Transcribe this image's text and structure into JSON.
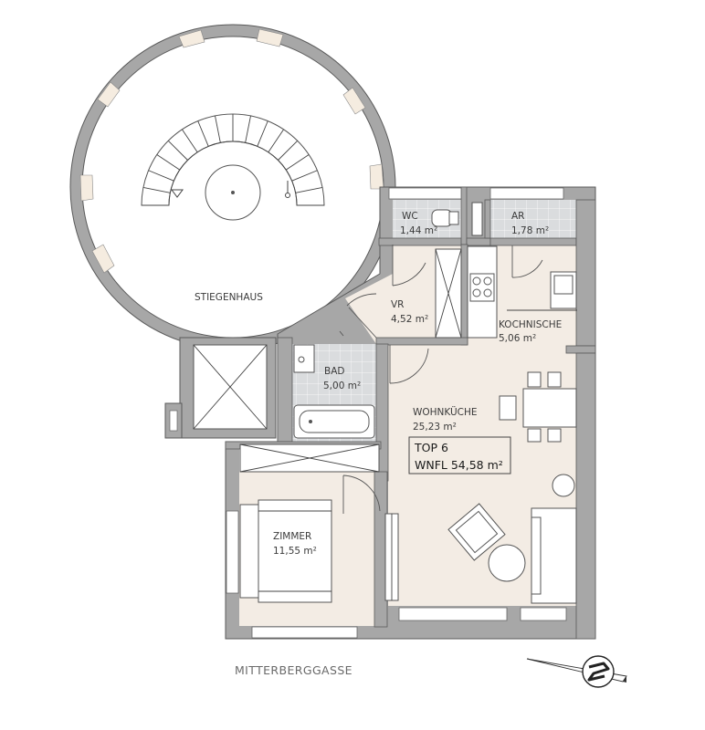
{
  "plan": {
    "unit": {
      "top": "TOP 6",
      "wnfl": "WNFL 54,58 m²"
    },
    "stairwell": {
      "name": "STIEGENHAUS"
    },
    "rooms": {
      "wc": {
        "name": "WC",
        "area": "1,44 m²"
      },
      "ar": {
        "name": "AR",
        "area": "1,78 m²"
      },
      "vr": {
        "name": "VR",
        "area": "4,52 m²"
      },
      "kochnische": {
        "name": "KOCHNISCHE",
        "area": "5,06 m²"
      },
      "bad": {
        "name": "BAD",
        "area": "5,00 m²"
      },
      "wohnkueche": {
        "name": "WOHNKÜCHE",
        "area": "25,23 m²"
      },
      "zimmer": {
        "name": "ZIMMER",
        "area": "11,55 m²"
      }
    },
    "street": "MITTERBERGGASSE",
    "north_arrow_icon": "north-arrow-icon",
    "colors": {
      "wall": "#a7a7a7",
      "floor": "#f3ece4",
      "tile": "#dadcde",
      "window_reveal": "#f5ece0"
    }
  }
}
